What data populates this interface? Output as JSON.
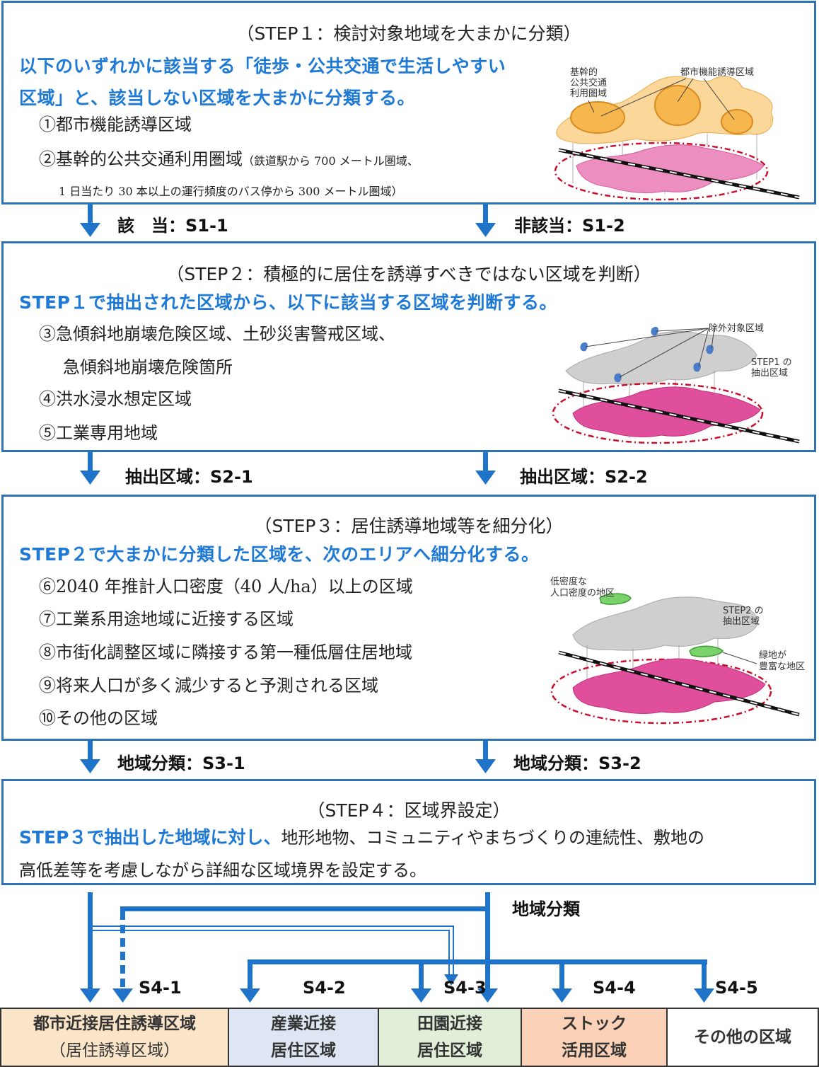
{
  "step1": {
    "title": "（STEP１：検討対象地域を大まかに分類）",
    "lead1": "以下のいずれかに該当する「徒歩・公共交通で生活しやすい",
    "lead2": "区域」と、該当しない区域を大まかに分類する。",
    "item1": "①都市機能誘導区域",
    "item2": "②基幹的公共交通利用圏域",
    "item2_note1": "（鉄道駅から 700 メートル圏域、",
    "item2_note2": "1 日当たり 30 本以上の運行頻度のバス停から 300 メートル圏域）",
    "diagram_label_a1": "基幹的",
    "diagram_label_a2": "公共交通",
    "diagram_label_a3": "利用圏域",
    "diagram_label_b": "都市機能誘導区域"
  },
  "flow1": {
    "left": "該　当：S1-1",
    "right": "非該当：S1-2"
  },
  "step2": {
    "title": "（STEP２：積極的に居住を誘導すべきではない区域を判断）",
    "lead": "STEP１で抽出された区域から、以下に該当する区域を判断する。",
    "item1a": "③急傾斜地崩壊危険区域、土砂災害警戒区域、",
    "item1b": "急傾斜地崩壊危険箇所",
    "item2": "④洪水浸水想定区域",
    "item3": "⑤工業専用地域",
    "diagram_label_a": "除外対象区域",
    "diagram_label_b1": "STEP1 の",
    "diagram_label_b2": "抽出区域"
  },
  "flow2": {
    "left": "抽出区域：S2-1",
    "right": "抽出区域：S2-2"
  },
  "step3": {
    "title": "（STEP３：居住誘導地域等を細分化）",
    "lead": "STEP２で大まかに分類した区域を、次のエリアへ細分化する。",
    "item1": "⑥2040 年推計人口密度（40 人/ha）以上の区域",
    "item2": "⑦工業系用途地域に近接する区域",
    "item3": "⑧市街化調整区域に隣接する第一種低層住居地域",
    "item4": "⑨将来人口が多く減少すると予測される区域",
    "item5": "⑩その他の区域",
    "diagram_label_a1": "低密度な",
    "diagram_label_a2": "人口密度の地区",
    "diagram_label_b1": "STEP2 の",
    "diagram_label_b2": "抽出区域",
    "diagram_label_c1": "緑地が",
    "diagram_label_c2": "豊富な地区"
  },
  "flow3": {
    "left": "地域分類：S3-1",
    "right": "地域分類：S3-2"
  },
  "step4": {
    "title": "（STEP４：区域界設定）",
    "lead": "STEP３で抽出した地域に対し、",
    "body1": "地形地物、コミュニティやまちづくりの連続性、敷地の",
    "body2": "高低差等を考慮しながら詳細な区域境界を設定する。"
  },
  "flow4": {
    "category_label": "地域分類",
    "s41": "S4-1",
    "s42": "S4-2",
    "s43": "S4-3",
    "s44": "S4-4",
    "s45": "S4-5"
  },
  "results": [
    {
      "line1": "都市近接居住誘導区域",
      "line2": "（居住誘導区域）",
      "color": "#fbe5c8"
    },
    {
      "line1": "産業近接",
      "line2": "居住区域",
      "color": "#dde6f2"
    },
    {
      "line1": "田園近接",
      "line2": "居住区域",
      "color": "#e1efd9"
    },
    {
      "line1": "ストック",
      "line2": "活用区域",
      "color": "#fbd2b8"
    },
    {
      "line1": "その他の区域",
      "line2": "",
      "color": "#ffffff"
    }
  ],
  "colors": {
    "frame": "#2e74b5",
    "lead": "#1f7ad6",
    "arrow": "#1f73c9"
  }
}
